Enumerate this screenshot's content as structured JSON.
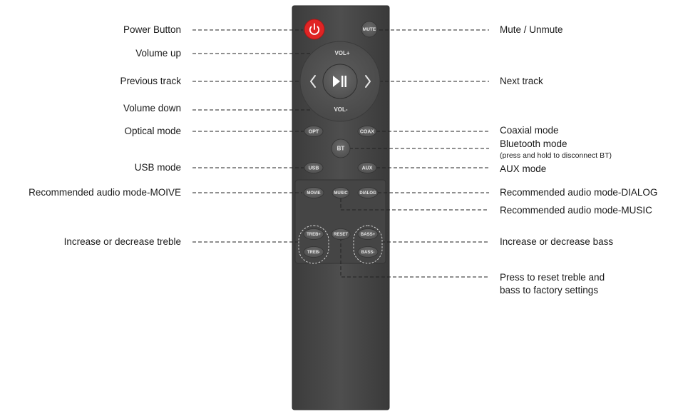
{
  "labels": {
    "power": "Power Button",
    "volume_up": "Volume up",
    "previous_track": "Previous track",
    "volume_down": "Volume down",
    "optical": "Optical mode",
    "usb": "USB mode",
    "movie": "Recommended audio mode-MOIVE",
    "treble": "Increase or decrease treble",
    "mute": "Mute / Unmute",
    "next_track": "Next track",
    "coaxial": "Coaxial mode",
    "bluetooth": "Bluetooth mode",
    "bluetooth_note": "(press and hold to disconnect BT)",
    "aux": "AUX mode",
    "dialog": "Recommended audio mode-DIALOG",
    "music": "Recommended audio mode-MUSIC",
    "bass": "Increase or decrease bass",
    "reset_line1": "Press to reset treble and",
    "reset_line2": "bass to factory settings"
  },
  "buttons": {
    "mute": "MUTE",
    "vol_up": "VOL+",
    "vol_down": "VOL-",
    "opt": "OPT",
    "coax": "COAX",
    "bt": "BT",
    "usb": "USB",
    "aux": "AUX",
    "movie": "MOVIE",
    "music": "MUSIC",
    "dialog": "DIALOG",
    "treb_up": "TREB+",
    "reset": "RESET",
    "bass_up": "BASS+",
    "treb_down": "TREB-",
    "bass_down": "BASS-"
  },
  "icons": {
    "power": "power-icon",
    "play_pause": "play-pause-icon",
    "prev": "chevron-left-icon",
    "next": "chevron-right-icon"
  },
  "colors": {
    "remote_body": "#4a4a4a",
    "power_red": "#e02424",
    "button_gray": "#5e5e5e",
    "dial_ring": "#5a5a5a",
    "leader_line": "#222222"
  }
}
